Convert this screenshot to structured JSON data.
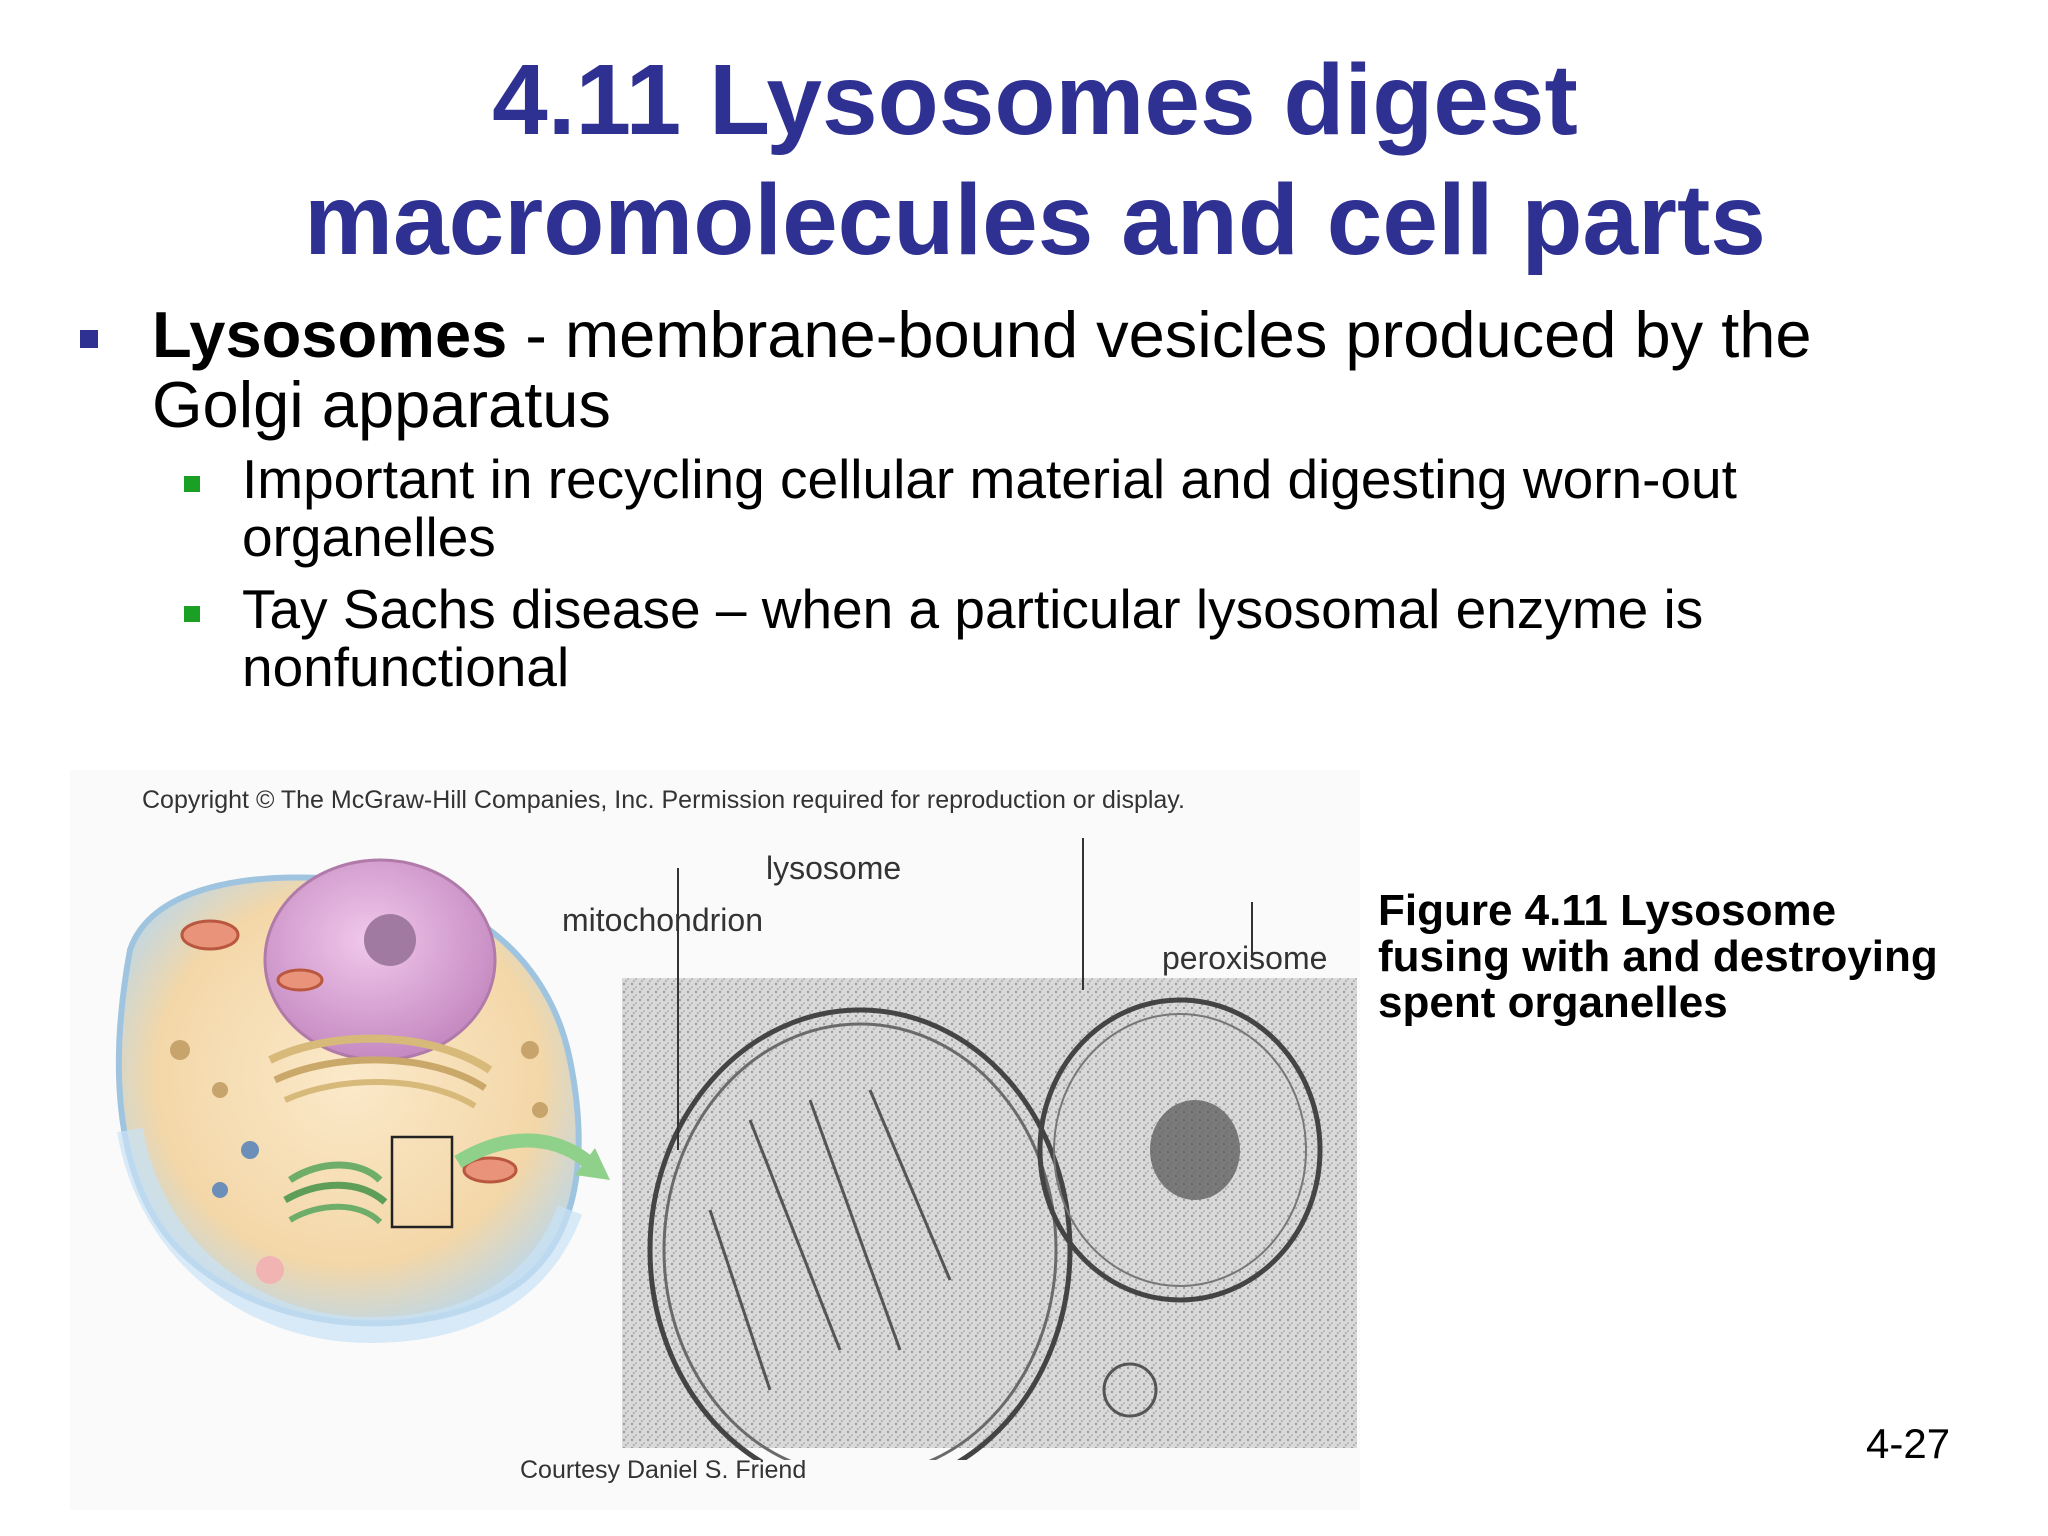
{
  "slide": {
    "title_lines": [
      "4.11 Lysosomes digest",
      "macromolecules and cell parts"
    ],
    "bullet": {
      "term": "Lysosomes",
      "text_line1": " - membrane-bound vesicles produced by the",
      "text_line2": "Golgi apparatus",
      "sub_bullets": [
        {
          "line1": "Important in recycling cellular material and digesting worn-out",
          "line2": "organelles"
        },
        {
          "line1": "Tay Sachs disease – when a particular lysosomal enzyme is",
          "line2": "nonfunctional"
        }
      ]
    },
    "figure": {
      "copyright": "Copyright © The McGraw-Hill Companies, Inc. Permission required for reproduction or display.",
      "labels": {
        "lysosome": "lysosome",
        "mitochondrion": "mitochondrion",
        "peroxisome": "peroxisome"
      },
      "credit": "Courtesy Daniel S. Friend"
    },
    "caption_lines": [
      "Figure 4.11 Lysosome",
      "fusing with and destroying",
      "spent organelles"
    ],
    "slide_number": "4-27"
  },
  "colors": {
    "title": "#2e3192",
    "bullet_marker": "#2e3192",
    "sub_bullet_marker": "#1aa024"
  }
}
